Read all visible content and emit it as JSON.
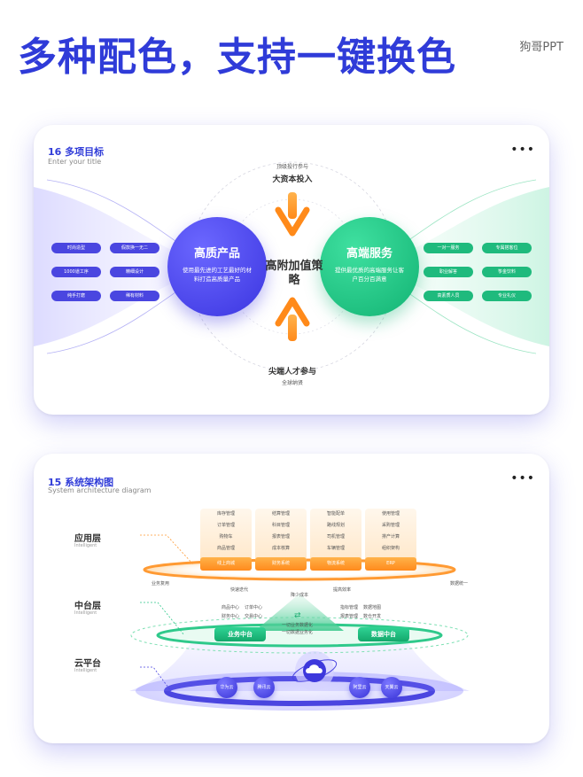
{
  "header": {
    "headline": "多种配色，支持一键换色",
    "brand": "狗哥PPT"
  },
  "slide1": {
    "title": "16 多项目标",
    "subtitle": "Enter your title",
    "more_icon": "more-dots-icon",
    "top_small": "顶级投行参与",
    "top_label": "大资本投入",
    "bottom_label": "尖端人才参与",
    "bottom_small": "全球纳贤",
    "center_text": "高附加值策略",
    "left_circle": {
      "title": "高质产品",
      "desc": "使用最先进的工艺最好的材料打造高质量产品"
    },
    "right_circle": {
      "title": "高端服务",
      "desc": "提供最优质的高端服务让客户百分百满意"
    },
    "left_tags": [
      "时尚造型",
      "假款换一无二",
      "1000道工序",
      "精细设计",
      "纯手打磨",
      "稀有材料"
    ],
    "right_tags": [
      "一对一服务",
      "专属搭客位",
      "职业解答",
      "筝金饮料",
      "高素质人员",
      "专业礼仪"
    ],
    "colors": {
      "blue": "#3b35e0",
      "green": "#12b373",
      "orange": "#ff8c1a",
      "accent": "#2f3bd8"
    }
  },
  "slide2": {
    "title": "15 系统架构图",
    "subtitle": "System architecture diagram",
    "layers": [
      {
        "name": "应用层",
        "sub": "Intelligent"
      },
      {
        "name": "中台层",
        "sub": "Intelligent"
      },
      {
        "name": "云平台",
        "sub": "Intelligent"
      }
    ],
    "app_columns": [
      {
        "items": [
          "库存管理",
          "订单管理",
          "购物车",
          "商品管理"
        ],
        "button": "线上商城"
      },
      {
        "items": [
          "结算管理",
          "科目管理",
          "报表管理",
          "成本核算"
        ],
        "button": "财务系统"
      },
      {
        "items": [
          "智能配单",
          "路线规划",
          "司机管理",
          "车辆管理"
        ],
        "button": "物流系统"
      },
      {
        "items": [
          "使用管理",
          "采购管理",
          "排产计算",
          "组织架构"
        ],
        "button": "ERP"
      }
    ],
    "ring_labels": {
      "left": "业务复用",
      "center_left": "快速迭代",
      "center": "降少成本",
      "center_right": "提高效率",
      "right": "数据统一"
    },
    "business_center": {
      "label": "业务中台",
      "items": [
        "商品中心",
        "订单中心",
        "财务中心",
        "交易中心"
      ]
    },
    "data_center": {
      "label": "数据中台",
      "items": [
        "指标管理",
        "数据地图",
        "报表管理",
        "数仓开发"
      ]
    },
    "center_captions": [
      "一切业务数据化",
      "一切数据业务化"
    ],
    "clouds": [
      "华为云",
      "腾讯云",
      "阿里云",
      "天翼云"
    ]
  }
}
